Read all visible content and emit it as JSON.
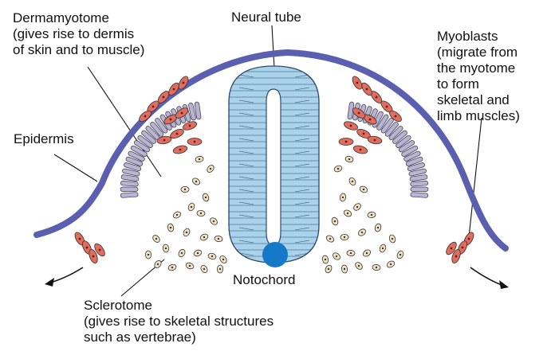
{
  "labels": {
    "dermamyotome": [
      "Dermamyotome",
      "(gives rise to dermis",
      "of skin and to muscle)"
    ],
    "neural_tube": "Neural tube",
    "myoblasts": [
      "Myoblasts",
      "(migrate from",
      "the myotome",
      "to form",
      "skeletal and",
      "limb muscles)"
    ],
    "epidermis": "Epidermis",
    "notochord": "Notochord",
    "sclerotome": [
      "Sclerotome",
      "(gives rise to skeletal structures",
      "such as vertebrae)"
    ]
  },
  "colors": {
    "epidermis": "#5a5fb0",
    "neural_tube_fill": "#a9d3ea",
    "neural_tube_stroke": "#2c4a66",
    "dermamyotome_fill": "#b8b4d8",
    "myoblast_fill": "#e06d5e",
    "notochord": "#1479c9",
    "sclerotome_cell": "#f3e3c4",
    "lines": "#111111"
  }
}
